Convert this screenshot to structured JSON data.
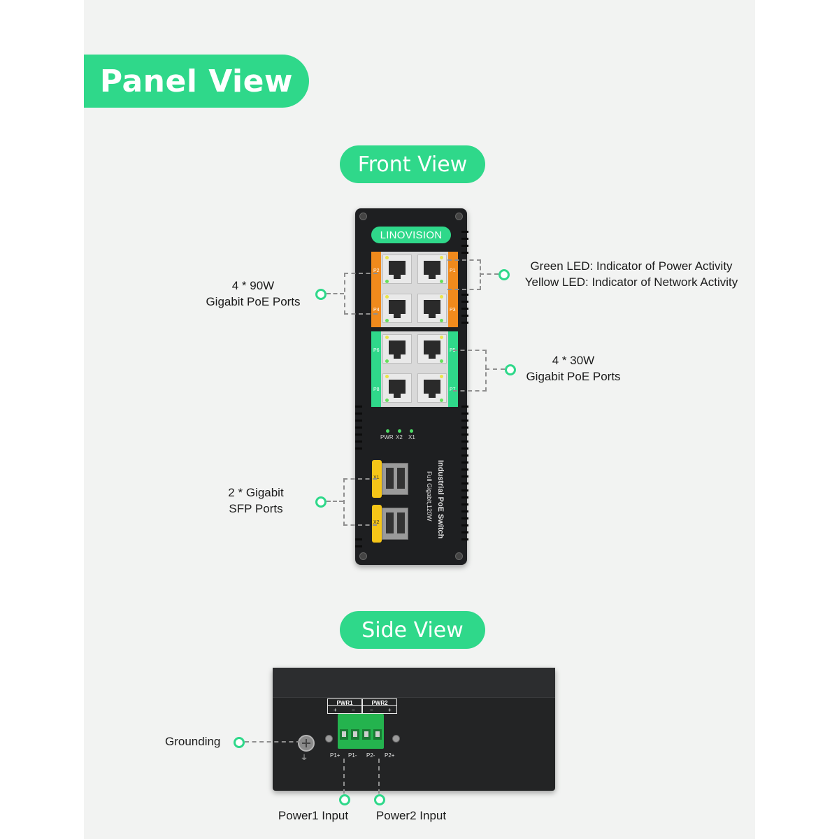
{
  "header": {
    "title": "Panel View"
  },
  "front": {
    "title": "Front View",
    "brand": "LINOVISION",
    "port_labels": {
      "p1": "P1",
      "p2": "P2",
      "p3": "P3",
      "p4": "P4",
      "p5": "P5",
      "p6": "P6",
      "p7": "P7",
      "p8": "P8"
    },
    "leds": {
      "pwr": "PWR",
      "x2": "X2",
      "x1": "X1"
    },
    "sfp_labels": {
      "x1": "X1",
      "x2": "X2"
    },
    "product_name": "Industrial PoE Switch",
    "product_spec": "Full Gigabit,120W",
    "callouts": {
      "poe90_line1": "4 * 90W",
      "poe90_line2": "Gigabit PoE Ports",
      "led_line1": "Green LED: Indicator of Power Activity",
      "led_line2": "Yellow LED: Indicator of Network Activity",
      "poe30_line1": "4 * 30W",
      "poe30_line2": "Gigabit PoE Ports",
      "sfp_line1": "2 * Gigabit",
      "sfp_line2": "SFP Ports"
    },
    "colors": {
      "poe90": "#f08a1c",
      "poe30": "#2fd88a",
      "sfp": "#f5c518",
      "led_green": "#66e05a",
      "led_yellow": "#e9e54a"
    }
  },
  "side": {
    "title": "Side View",
    "pwr1": "PWR1",
    "pwr2": "PWR2",
    "plus": "+",
    "minus": "−",
    "terminals": {
      "p1p": "P1+",
      "p1m": "P1-",
      "p2m": "P2-",
      "p2p": "P2+"
    },
    "callouts": {
      "grounding": "Grounding",
      "power1": "Power1 Input",
      "power2": "Power2 Input"
    }
  },
  "colors": {
    "accent": "#2fd88a",
    "background": "#f2f3f2",
    "device": "#1e1f21"
  }
}
